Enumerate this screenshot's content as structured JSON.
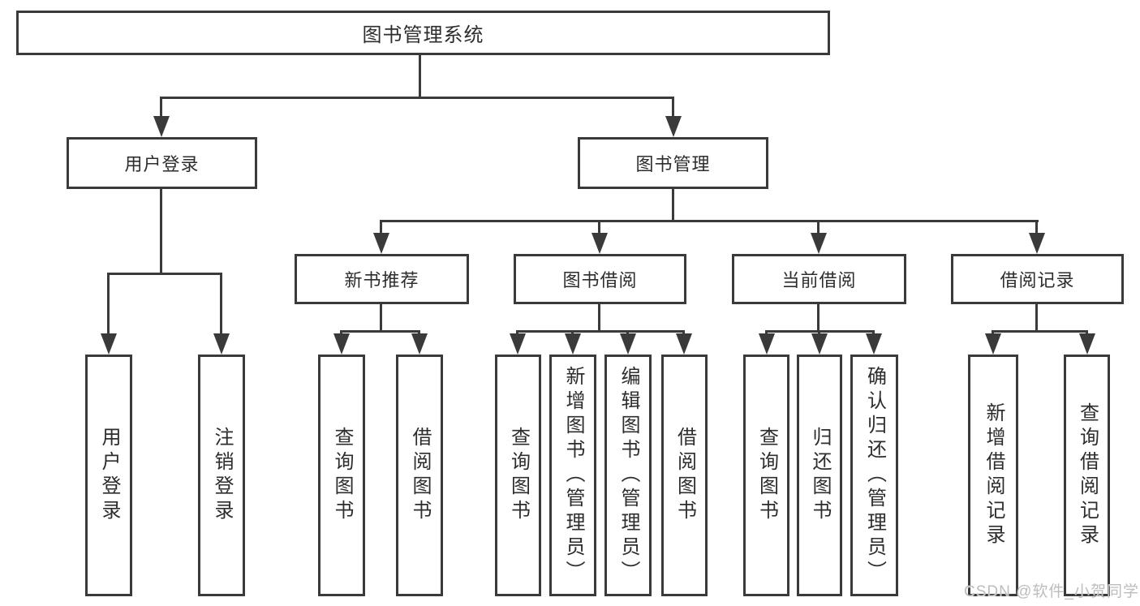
{
  "diagram_title": "图书管理系统",
  "watermark": "CSDN @软件_小贺同学",
  "colors": {
    "background": "#ffffff",
    "line": "#3a3a3a",
    "text": "#2d2d2d",
    "watermark": "#bdbdbd"
  },
  "tree": {
    "label": "图书管理系统",
    "children": [
      {
        "label": "用户登录",
        "children": [
          {
            "label": "用户登录"
          },
          {
            "label": "注销登录"
          }
        ]
      },
      {
        "label": "图书管理",
        "children": [
          {
            "label": "新书推荐",
            "children": [
              {
                "label": "查询图书"
              },
              {
                "label": "借阅图书"
              }
            ]
          },
          {
            "label": "图书借阅",
            "children": [
              {
                "label": "查询图书"
              },
              {
                "label": "新增图书（管理员）"
              },
              {
                "label": "编辑图书（管理员）"
              },
              {
                "label": "借阅图书"
              }
            ]
          },
          {
            "label": "当前借阅",
            "children": [
              {
                "label": "查询图书"
              },
              {
                "label": "归还图书"
              },
              {
                "label": "确认归还（管理员）"
              }
            ]
          },
          {
            "label": "借阅记录",
            "children": [
              {
                "label": "新增借阅记录"
              },
              {
                "label": "查询借阅记录"
              }
            ]
          }
        ]
      }
    ]
  }
}
